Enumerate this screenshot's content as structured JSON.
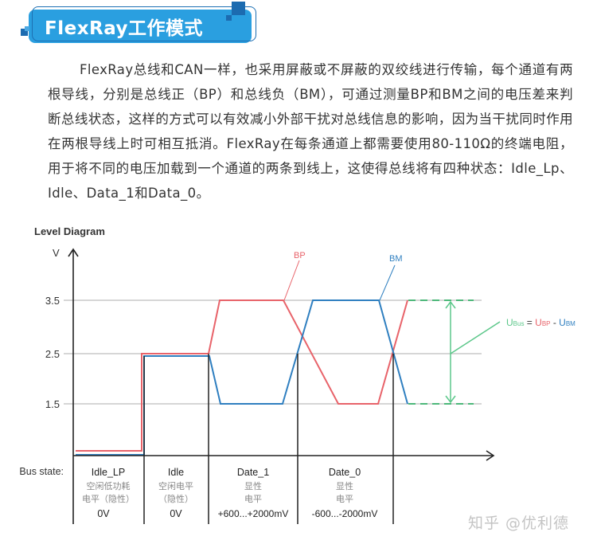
{
  "section": {
    "title": "FlexRay工作模式",
    "paragraph": "FlexRay总线和CAN一样，也采用屏蔽或不屏蔽的双绞线进行传输，每个通道有两根导线，分别是总线正（BP）和总线负（BM），可通过测量BP和BM之间的电压差来判断总线状态，这样的方式可以有效减小外部干扰对总线信息的影响，因为当干扰同时作用在两根导线上时可相互抵消。FlexRay在每条通道上都需要使用80-110Ω的终端电阻，用于将不同的电压加载到一个通道的两条到线上，这使得总线将有四种状态：Idle_Lp、Idle、Data_1和Data_0。"
  },
  "diagram": {
    "title": "Level Diagram",
    "y_axis_label": "V",
    "y_ticks": [
      "3.5",
      "2.5",
      "1.5"
    ],
    "series_labels": {
      "bp": "BP",
      "bm": "BM"
    },
    "formula": {
      "u": "U",
      "bus_sub": "Bus",
      "eq": " = ",
      "bp_sub": "BP",
      "minus": " - ",
      "bm_sub": "BM"
    },
    "bus_state_label": "Bus state:",
    "states": [
      {
        "name": "Idle_LP",
        "desc1": "空闲低功耗",
        "desc2": "电平（隐性）",
        "value": "0V"
      },
      {
        "name": "Idle",
        "desc1": "空闲电平",
        "desc2": "（隐性）",
        "value": "0V"
      },
      {
        "name": "Date_1",
        "desc1": "显性",
        "desc2": "电平",
        "value": "+600...+2000mV"
      },
      {
        "name": "Date_0",
        "desc1": "显性",
        "desc2": "电平",
        "value": "-600...-2000mV"
      }
    ],
    "colors": {
      "bp": "#e8636a",
      "bm": "#2f7fc0",
      "diff": "#5cc78a",
      "grid": "#c8c8c8",
      "axis": "#222222"
    }
  },
  "watermark": "知乎 @优利德"
}
